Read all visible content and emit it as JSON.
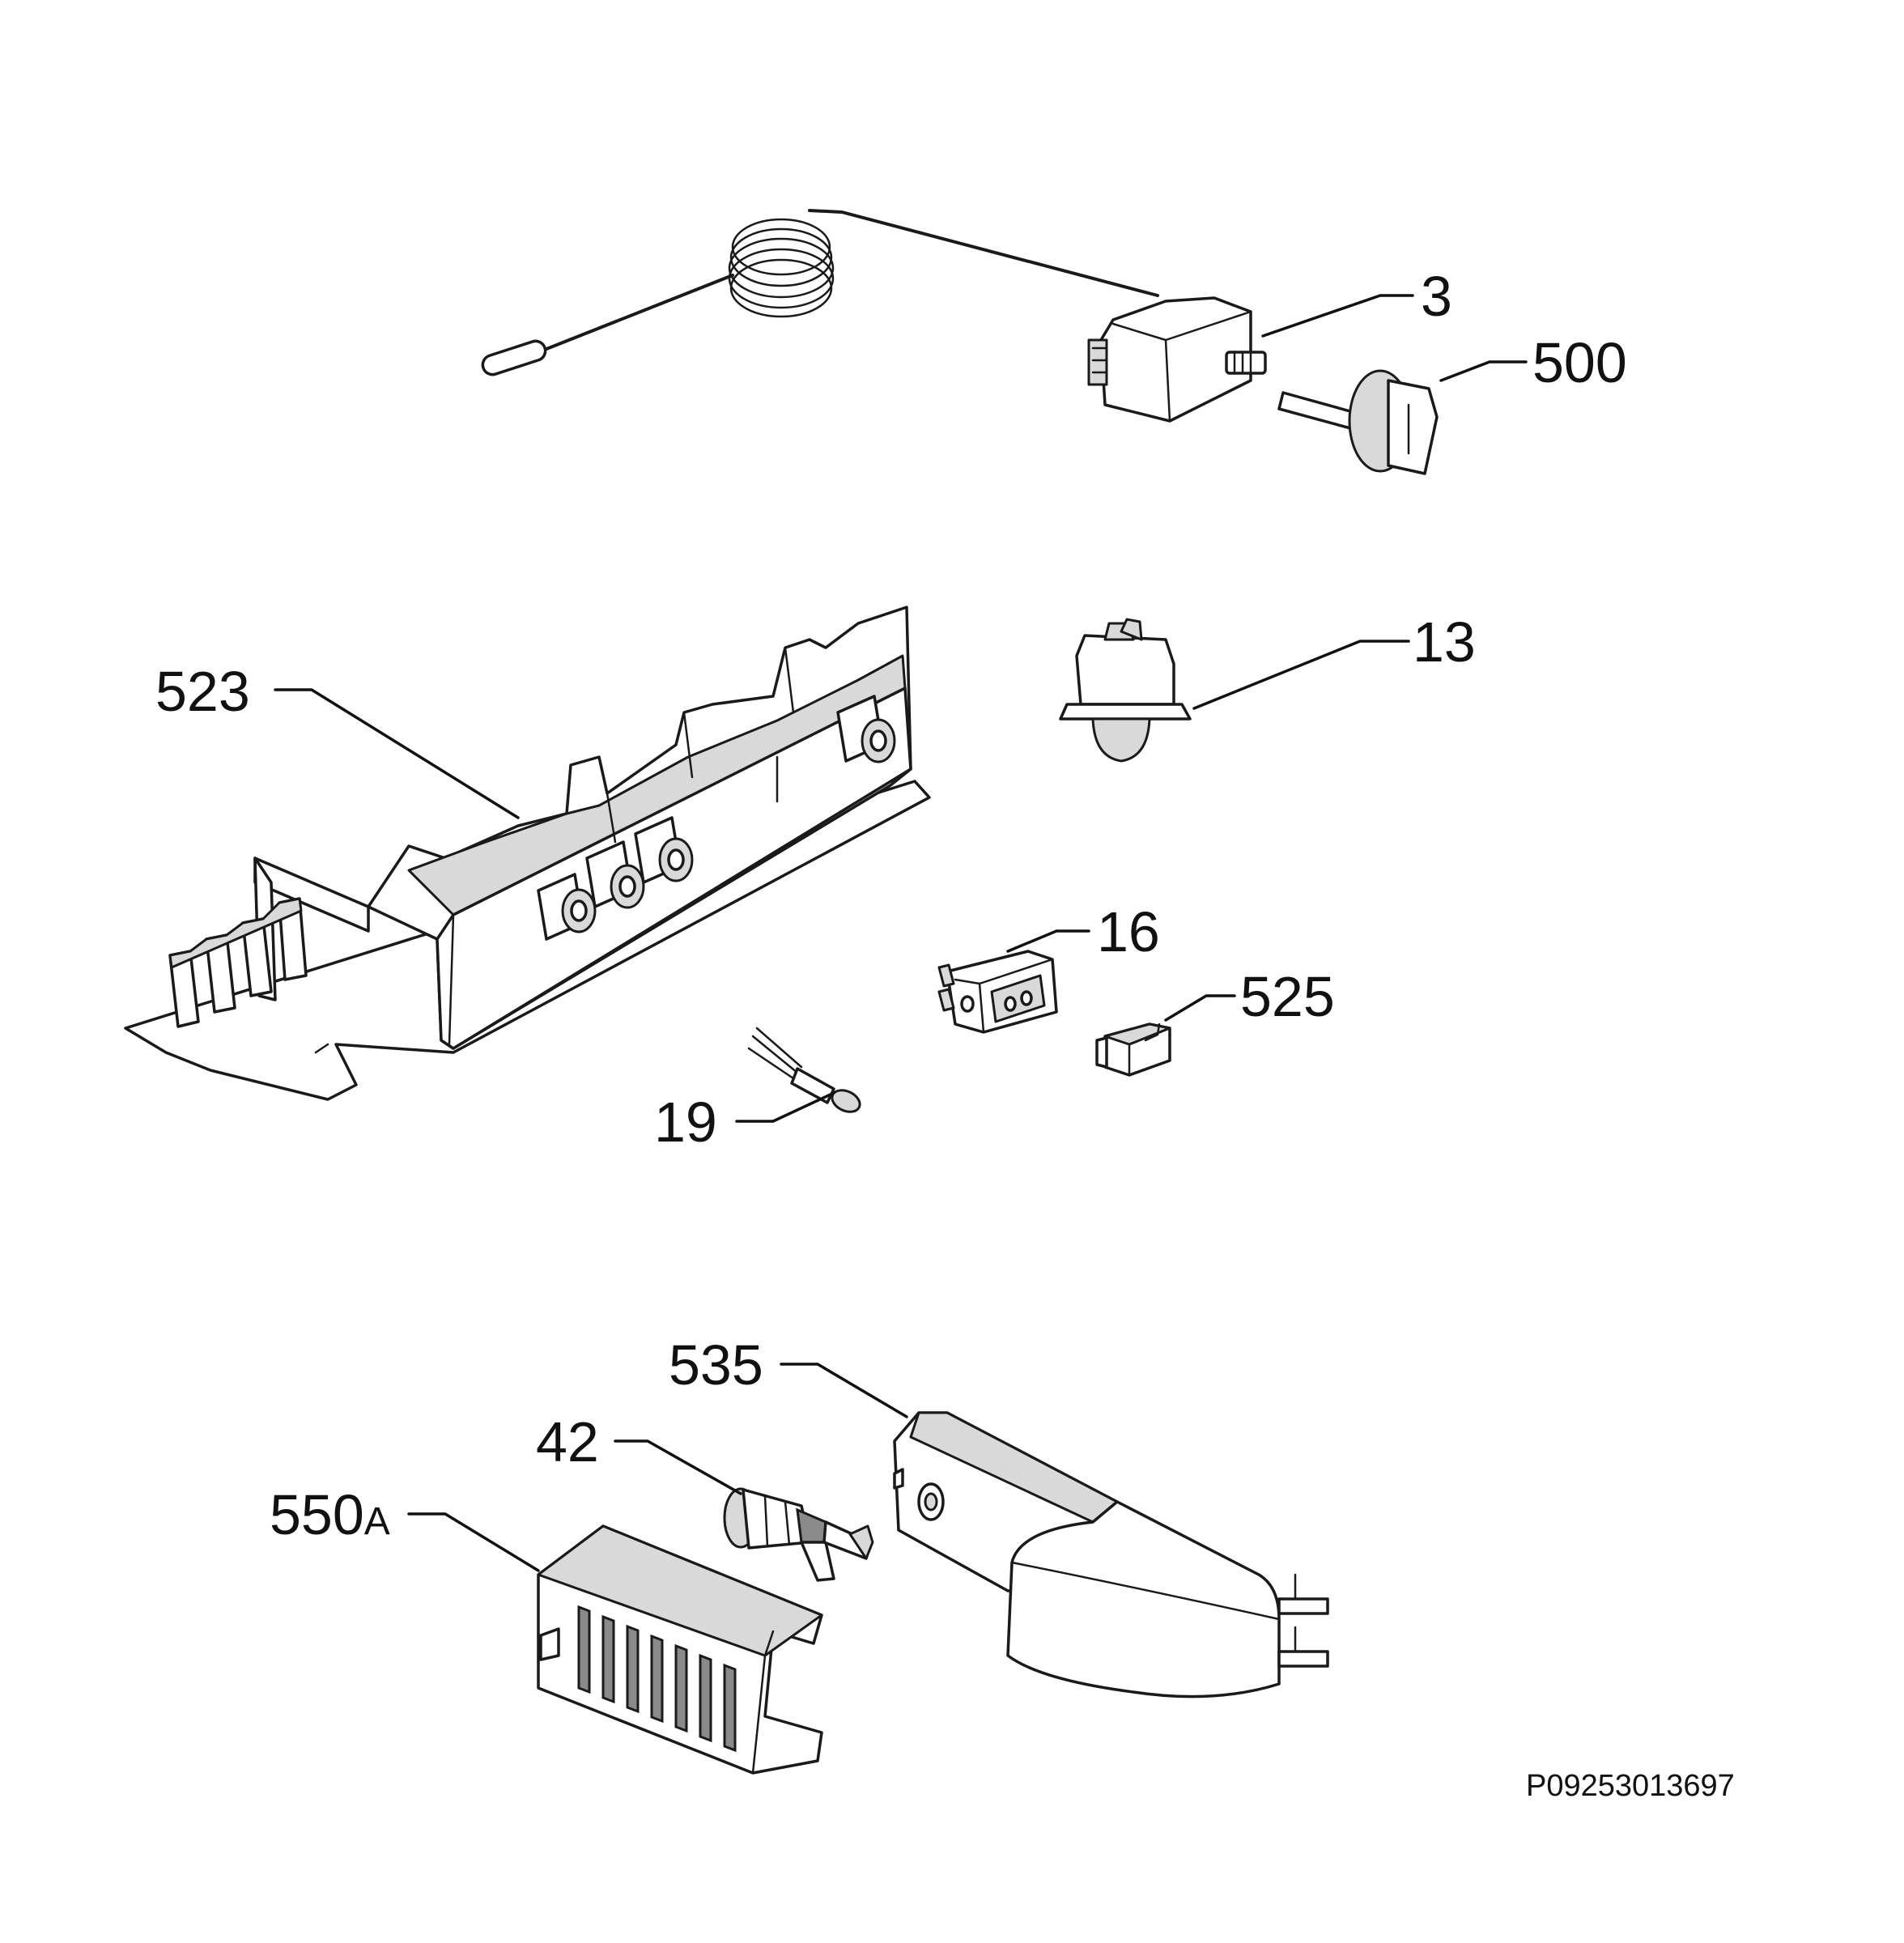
{
  "callouts": {
    "c3": "3",
    "c500": "500",
    "c13": "13",
    "c523": "523",
    "c16": "16",
    "c525": "525",
    "c19": "19",
    "c535": "535",
    "c42": "42",
    "c550_num": "550",
    "c550_suffix": "A"
  },
  "reference_code": "P09253013697"
}
